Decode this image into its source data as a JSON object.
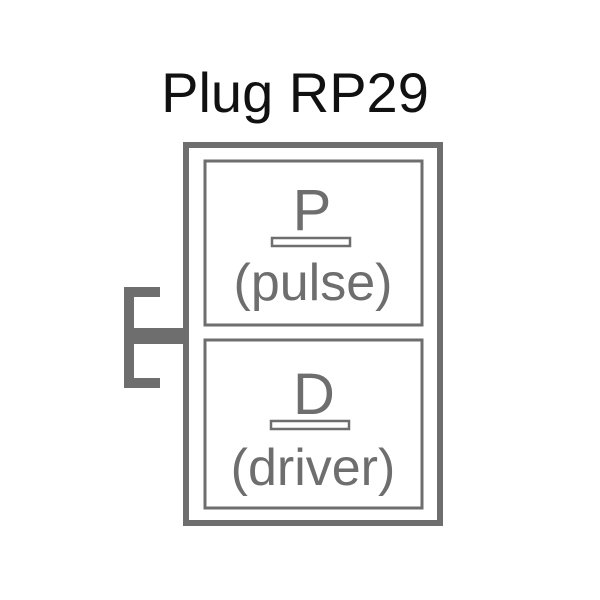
{
  "diagram": {
    "title": "Plug RP29",
    "sections": [
      {
        "letter": "P",
        "label": "(pulse)"
      },
      {
        "letter": "D",
        "label": "(driver)"
      }
    ]
  },
  "colors": {
    "title": "#111111",
    "frame": "#6e6e6e",
    "text": "#6e6e6e",
    "background": "#ffffff"
  }
}
